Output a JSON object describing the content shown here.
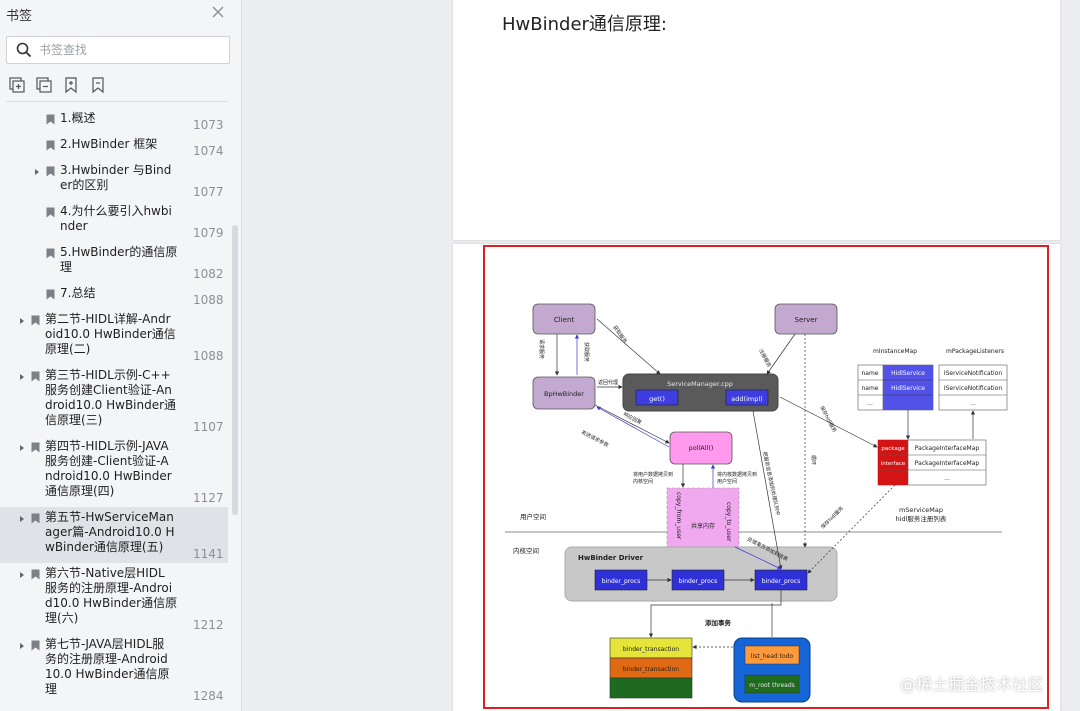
{
  "sidebar": {
    "title": "书签",
    "search_placeholder": "书签查找",
    "items": [
      {
        "lines": [
          "1.概述"
        ],
        "page": "1073",
        "indent": 1,
        "expandable": false
      },
      {
        "lines": [
          "2.HwBinder 框架"
        ],
        "page": "1074",
        "indent": 1,
        "expandable": false
      },
      {
        "lines": [
          "3.Hwbinder 与Bind",
          "er的区别"
        ],
        "page": "1077",
        "indent": 1,
        "expandable": true
      },
      {
        "lines": [
          "4.为什么要引入hwbi",
          "nder"
        ],
        "page": "1079",
        "indent": 1,
        "expandable": false
      },
      {
        "lines": [
          "5.HwBinder的通信原",
          "理"
        ],
        "page": "1082",
        "indent": 1,
        "expandable": false
      },
      {
        "lines": [
          "7.总结"
        ],
        "page": "1088",
        "indent": 1,
        "expandable": false
      },
      {
        "lines": [
          "第二节-HIDL详解-Andr",
          "oid10.0 HwBinder通信",
          "原理(二)"
        ],
        "page": "1088",
        "indent": 0,
        "expandable": true
      },
      {
        "lines": [
          "第三节-HIDL示例-C++",
          "服务创建Client验证-An",
          "droid10.0 HwBinder通",
          "信原理(三)"
        ],
        "page": "1107",
        "indent": 0,
        "expandable": true
      },
      {
        "lines": [
          "第四节-HIDL示例-JAVA",
          "服务创建-Client验证-A",
          "ndroid10.0 HwBinder",
          "通信原理(四)"
        ],
        "page": "1127",
        "indent": 0,
        "expandable": true
      },
      {
        "lines": [
          "第五节-HwServiceMan",
          "ager篇-Android10.0 H",
          "wBinder通信原理(五)"
        ],
        "page": "1141",
        "indent": 0,
        "expandable": true,
        "selected": true
      },
      {
        "lines": [
          "第六节-Native层HIDL",
          "服务的注册原理-Androi",
          "d10.0 HwBinder通信原",
          "理(六)"
        ],
        "page": "1212",
        "indent": 0,
        "expandable": true
      },
      {
        "lines": [
          "第七节-JAVA层HIDL服",
          "务的注册原理-Android",
          "10.0 HwBinder通信原",
          "理"
        ],
        "page": "1284",
        "indent": 0,
        "expandable": true
      }
    ]
  },
  "document": {
    "heading": "HwBinder通信原理:"
  },
  "diagram": {
    "client": "Client",
    "server": "Server",
    "bphwbinder": "BpHwBinder",
    "service_manager": "ServiceManager.cpp",
    "get": "get()",
    "add": "add(impl)",
    "pollall": "pollAll()",
    "minstancemap": "mInstanceMap",
    "mpackagelisteners": "mPackageListeners",
    "name1": "name",
    "name2": "name",
    "hidl1": "HidlService",
    "hidl2": "HidlService",
    "isn1": "IServiceNotification",
    "isn2": "IServiceNotification",
    "dots1": "...",
    "dots2": "...",
    "dots3": "...",
    "pim1": "PackageInterfaceMap",
    "pim2": "PackageInterfaceMap",
    "package": "package",
    "interface": "interface",
    "dots4": "...",
    "mservicemap": "mServiceMap",
    "mservicemap_sub": "hidl服务注册列表",
    "user_space": "用户空间",
    "kernel_space": "内核空间",
    "driver": "HwBinder Driver",
    "bp1": "binder_procs",
    "bp2": "binder_procs",
    "bp3": "binder_procs",
    "copy_from_user": "copy_from_user",
    "copy_to_user": "copy_to_user",
    "shared_mem": "共享内存",
    "add_tx": "添加事务",
    "bt1": "binder_transaction",
    "bt2": "binder_transaction",
    "list_head": "list_head todo",
    "threads": "m_root threads",
    "lbl_reg": "注册服务",
    "lbl_getsvc": "获取服务",
    "lbl_req": "请求服务",
    "lbl_proxy": "返回代理",
    "lbl_send": "发送请求参数",
    "lbl_reply": "响应回复",
    "lbl_copy_user": "将用户数据拷贝到",
    "lbl_kernel_space": "内核空间",
    "lbl_copy_kernel": "将内核数据拷贝到",
    "lbl_user_space": "用户空间",
    "lbl_save": "保存hidl服务",
    "lbl_loop": "循环",
    "lbl_tx": "把服务信息添加到处理队列中",
    "lbl_todo": "处理事务添加到链表"
  },
  "watermark": "@稀土掘金技术社区",
  "colors": {
    "accent_red": "#e02020",
    "sidebar_bg": "#f4f5f7",
    "selected_bg": "#dfe2e6"
  }
}
